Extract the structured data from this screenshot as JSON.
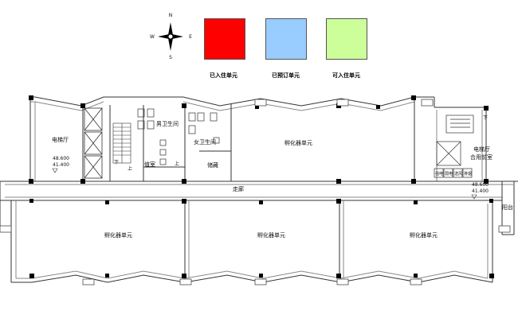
{
  "compass": {
    "n": "N",
    "s": "S",
    "e": "E",
    "w": "W"
  },
  "legend": [
    {
      "label": "已入住单元",
      "color": "#ff0000"
    },
    {
      "label": "已预订单元",
      "color": "#99ccff"
    },
    {
      "label": "可入住单元",
      "color": "#ccff99"
    }
  ],
  "rooms": {
    "elevator_hall_left": "电梯厅",
    "elevator_hall_right_1": "电梯厅",
    "elevator_hall_right_2": "合用前室",
    "mens_wc": "男卫生间",
    "womens_wc": "女卫生间",
    "pantry": "值室",
    "storage": "储藏",
    "corridor": "走廊",
    "balcony": "阳台",
    "incubator_north": "孵化器单元",
    "incubator_sw": "孵化器单元",
    "incubator_s": "孵化器单元",
    "incubator_se": "孵化器单元",
    "stair_down_left": "下",
    "stair_up_left": "上",
    "stair_down_right": "下",
    "stair_up_left2": "上",
    "shaft_labels": [
      "强电",
      "弱电",
      "送风",
      "排烟"
    ]
  },
  "elevations": {
    "left_top": "48.600",
    "left_bottom": "41.400",
    "right_top": "48.600",
    "right_bottom": "41.400"
  }
}
